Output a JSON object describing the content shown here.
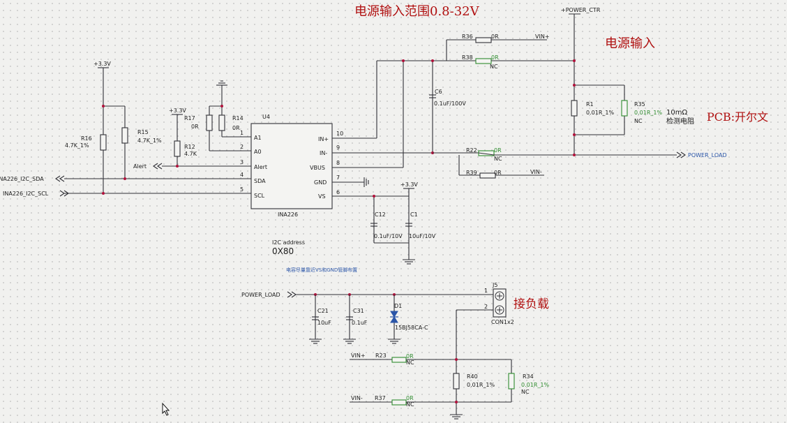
{
  "titles": {
    "input_range": "电源输入范围0.8-32V",
    "power_input": "电源输入",
    "pcb_note": "PCB:开尔文",
    "load": "接负载"
  },
  "nets": {
    "vcc_33": "+3.3V",
    "power_ctr": "+POWER_CTR",
    "vin_plus": "VIN+",
    "vin_minus": "VIN-",
    "power_load": "POWER_LOAD",
    "sda": "INA226_I2C_SDA",
    "scl": "INA226_I2C_SCL",
    "alert": "Alert"
  },
  "ic": {
    "ref": "U4",
    "part": "INA226",
    "left_pins": [
      {
        "num": "1",
        "name": "A1"
      },
      {
        "num": "2",
        "name": "A0"
      },
      {
        "num": "3",
        "name": "Alert"
      },
      {
        "num": "4",
        "name": "SDA"
      },
      {
        "num": "5",
        "name": "SCL"
      }
    ],
    "right_pins": [
      {
        "num": "10",
        "name": "IN+"
      },
      {
        "num": "9",
        "name": "IN-"
      },
      {
        "num": "8",
        "name": "VBUS"
      },
      {
        "num": "7",
        "name": "GND"
      },
      {
        "num": "6",
        "name": "VS"
      }
    ],
    "addr_label": "I2C address",
    "addr_value": "0X80",
    "decoupling_note": "电容尽量靠近VS和GND管脚布置"
  },
  "parts": {
    "R16": {
      "ref": "R16",
      "value": "4.7K_1%"
    },
    "R15": {
      "ref": "R15",
      "value": "4.7K_1%"
    },
    "R17": {
      "ref": "R17",
      "value": "0R"
    },
    "R14": {
      "ref": "R14",
      "value": "0R"
    },
    "R12": {
      "ref": "R12",
      "value": "4.7K"
    },
    "R36": {
      "ref": "R36",
      "value": "0R"
    },
    "R38": {
      "ref": "R38",
      "value": "0R",
      "nc": "NC"
    },
    "C6": {
      "ref": "C6",
      "value": "0.1uF/100V"
    },
    "R1": {
      "ref": "R1",
      "value": "0.01R_1%"
    },
    "R35": {
      "ref": "R35",
      "value": "0.01R_1%",
      "nc": "NC",
      "note_value": "10mΩ",
      "note": "检测电阻"
    },
    "R22": {
      "ref": "R22",
      "value": "0R",
      "nc": "NC"
    },
    "R39": {
      "ref": "R39",
      "value": "0R"
    },
    "C12": {
      "ref": "C12",
      "value": "0.1uF/10V"
    },
    "C1": {
      "ref": "C1",
      "value": "10uF/10V"
    },
    "C21": {
      "ref": "C21",
      "value": "10uF"
    },
    "C31": {
      "ref": "C31",
      "value": "0.1uF"
    },
    "D1": {
      "ref": "D1",
      "value": "15BJ58CA-C"
    },
    "J5": {
      "ref": "J5",
      "value": "CON1x2",
      "pin1": "1",
      "pin2": "2"
    },
    "R23": {
      "ref": "R23",
      "value": "0R",
      "nc": "NC"
    },
    "R37": {
      "ref": "R37",
      "value": "0R",
      "nc": "NC"
    },
    "R40": {
      "ref": "R40",
      "value": "0.01R_1%"
    },
    "R34": {
      "ref": "R34",
      "value": "0.01R_1%",
      "nc": "NC"
    }
  }
}
